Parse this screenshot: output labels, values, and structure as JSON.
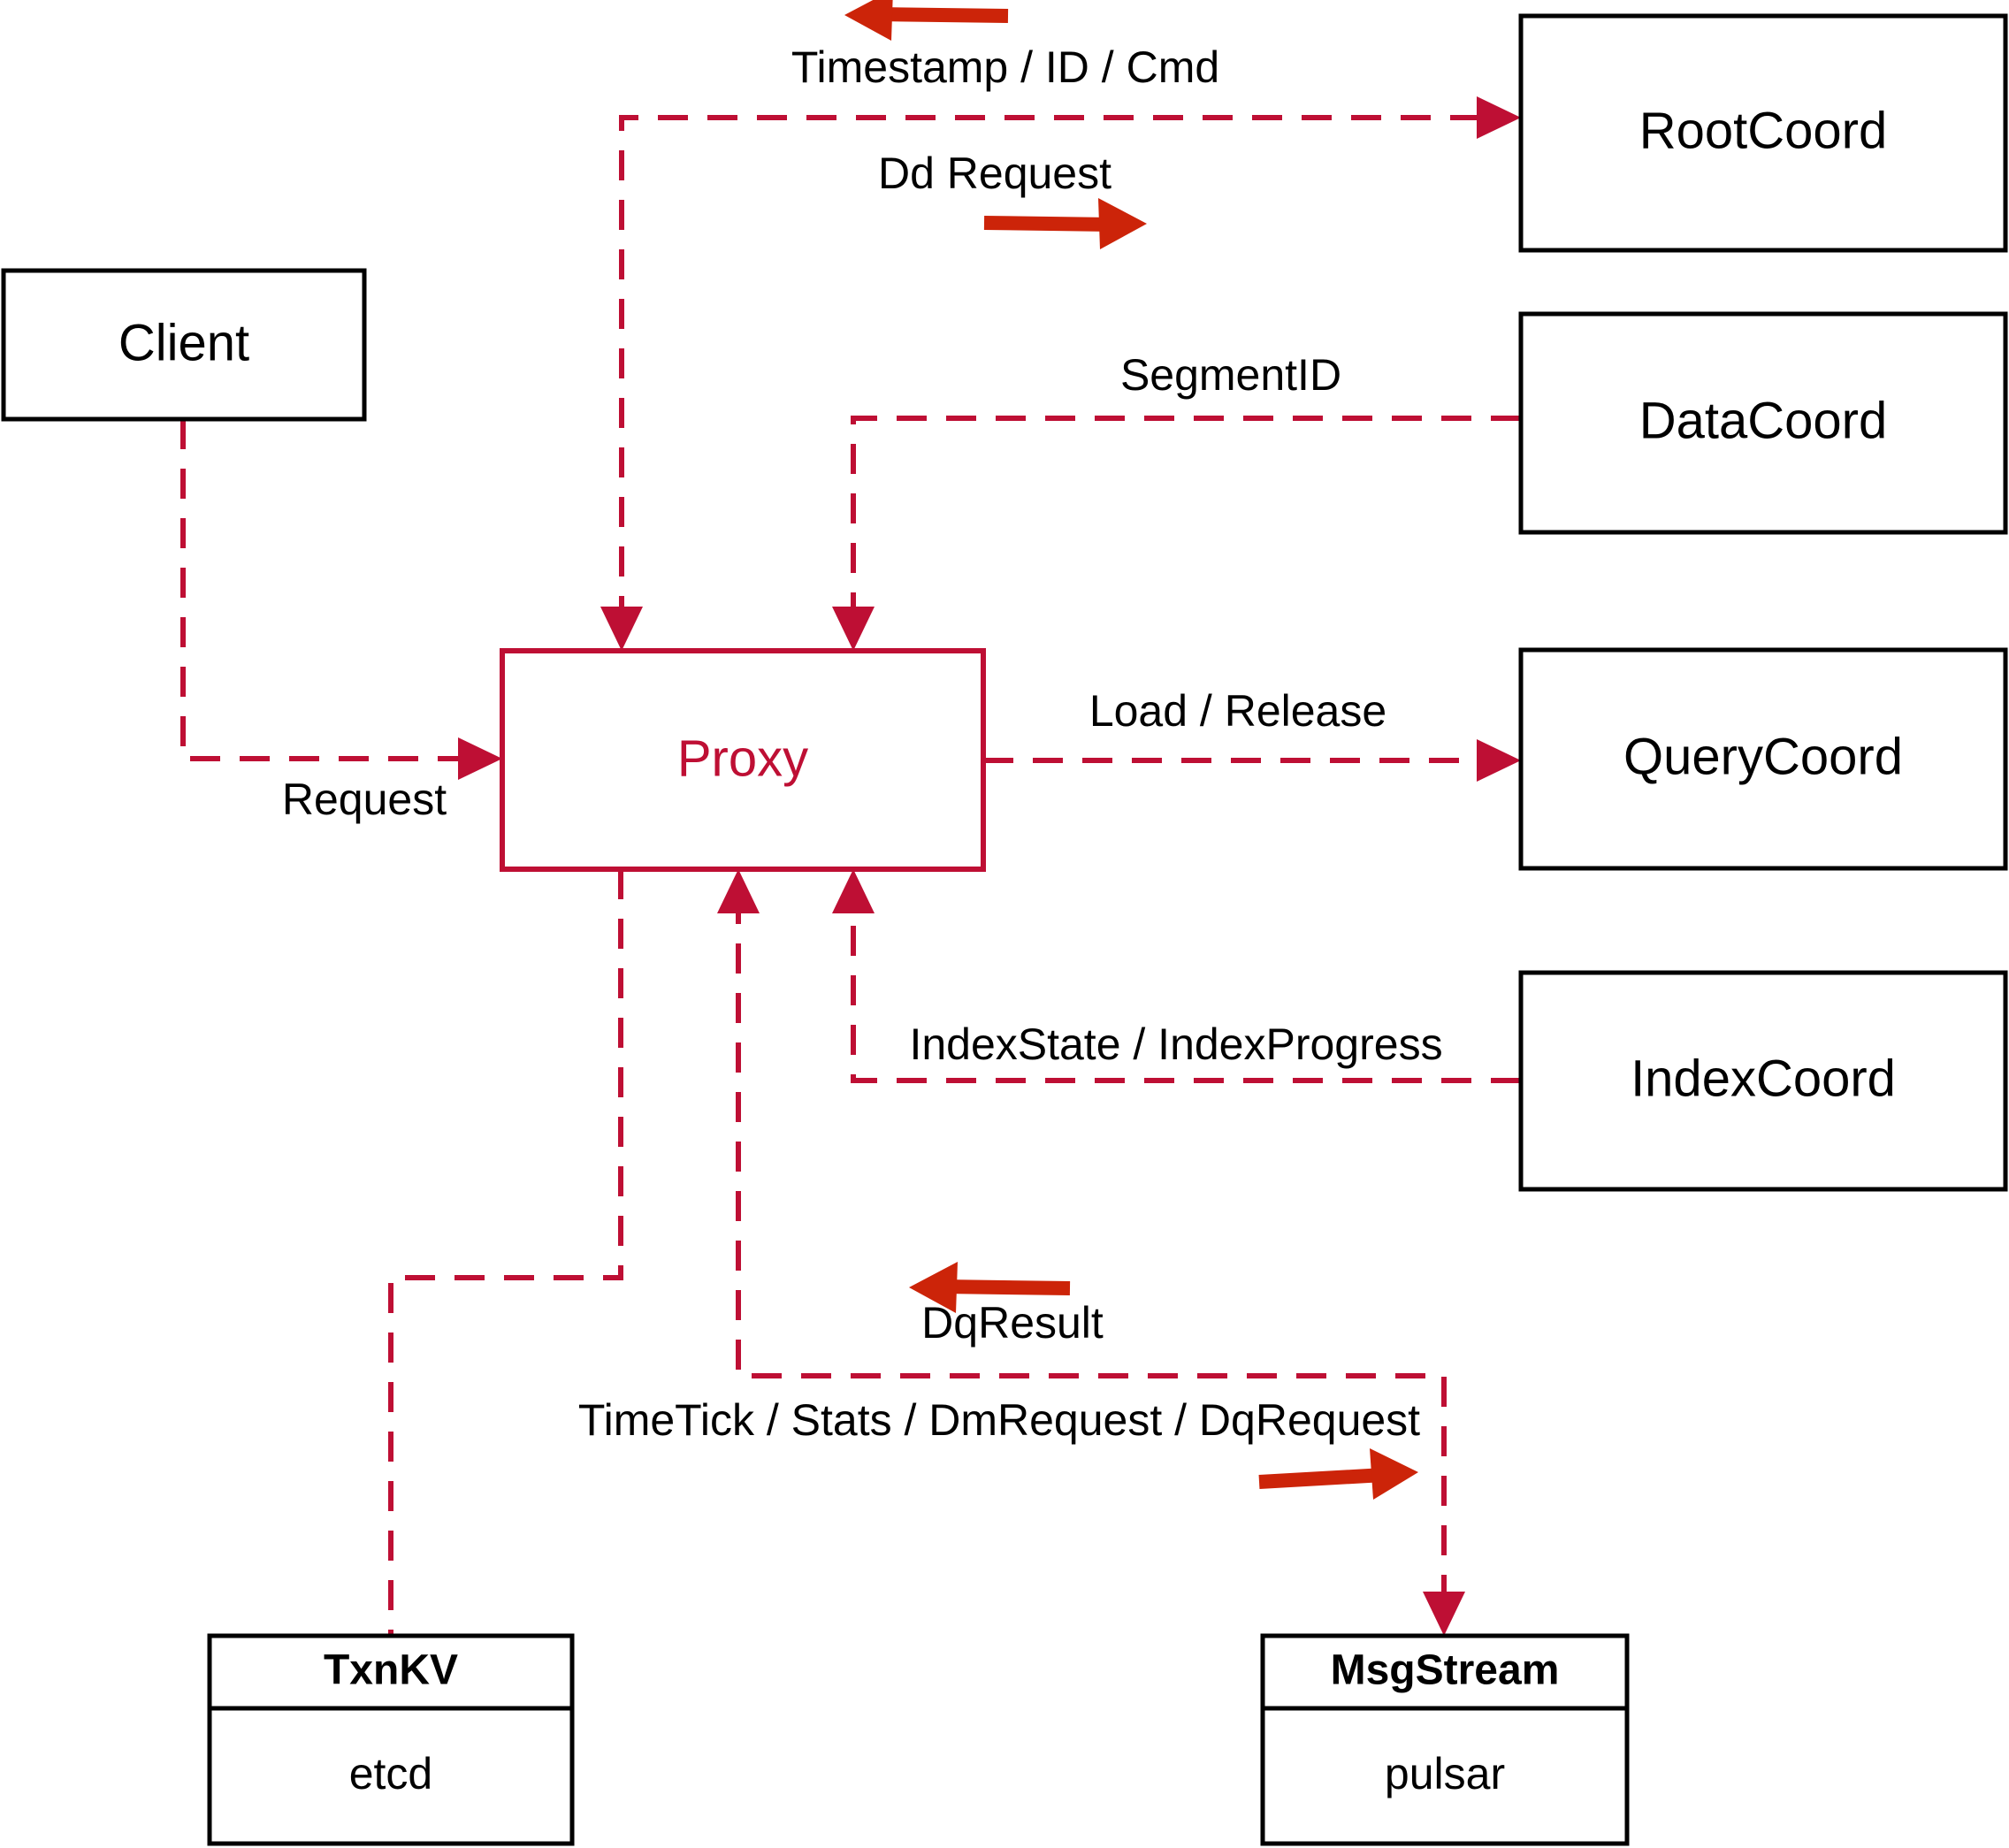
{
  "diagram": {
    "title": "Milvus Proxy interaction diagram",
    "colors": {
      "accent_red": "#BE0F34",
      "arrow_red": "#CC2409",
      "node_stroke": "#000000",
      "background": "#FFFFFF"
    },
    "nodes": {
      "client": {
        "label": "Client"
      },
      "proxy": {
        "label": "Proxy"
      },
      "root_coord": {
        "label": "RootCoord"
      },
      "data_coord": {
        "label": "DataCoord"
      },
      "query_coord": {
        "label": "QueryCoord"
      },
      "index_coord": {
        "label": "IndexCoord"
      },
      "txnkv": {
        "header": "TxnKV",
        "body": "etcd"
      },
      "msgstream": {
        "header": "MsgStream",
        "body": "pulsar"
      }
    },
    "edges": [
      {
        "id": "timestamp-id-cmd",
        "label": "Timestamp / ID / Cmd",
        "from": "root_coord",
        "to": "proxy",
        "direction": "left"
      },
      {
        "id": "dd-request",
        "label": "Dd Request",
        "from": "proxy",
        "to": "root_coord",
        "direction": "right"
      },
      {
        "id": "segment-id",
        "label": "SegmentID",
        "from": "data_coord",
        "to": "proxy",
        "direction": "left"
      },
      {
        "id": "load-release",
        "label": "Load / Release",
        "from": "proxy",
        "to": "query_coord",
        "direction": "right"
      },
      {
        "id": "index-state-progress",
        "label": "IndexState / IndexProgress",
        "from": "index_coord",
        "to": "proxy",
        "direction": "left"
      },
      {
        "id": "request",
        "label": "Request",
        "from": "client",
        "to": "proxy",
        "direction": "right"
      },
      {
        "id": "dq-result",
        "label": "DqResult",
        "from": "msgstream",
        "to": "proxy",
        "direction": "left"
      },
      {
        "id": "timetick-stats-dm-dq",
        "label": "TimeTick / Stats / DmRequest / DqRequest",
        "from": "proxy",
        "to": "msgstream",
        "direction": "right"
      },
      {
        "id": "txnkv-link",
        "label": "",
        "from": "proxy",
        "to": "txnkv",
        "direction": "none"
      }
    ]
  }
}
